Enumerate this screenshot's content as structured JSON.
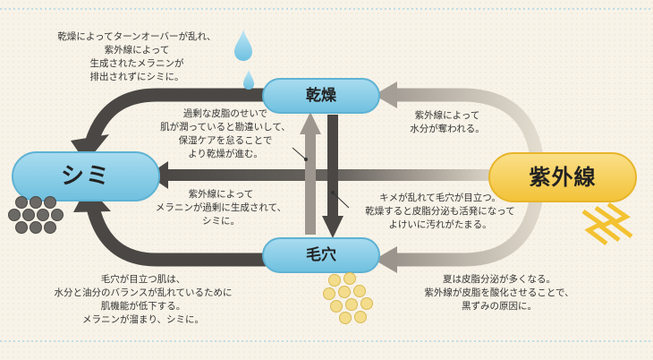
{
  "nodes": {
    "shimi": "シミ",
    "kansou": "乾燥",
    "keana": "毛穴",
    "shigaisen": "紫外線"
  },
  "notes": {
    "top_left": [
      "乾燥によってターンオーバーが乱れ、",
      "紫外線によって",
      "生成されたメラニンが",
      "排出されずにシミに。"
    ],
    "center_upper": [
      "過剰な皮脂のせいで",
      "肌が潤っていると勘違いして、",
      "保湿ケアを怠ることで",
      "より乾燥が進む。"
    ],
    "right_upper": [
      "紫外線によって",
      "水分が奪われる。"
    ],
    "center_mid": [
      "紫外線によって",
      "メラニンが過剰に生成されて、",
      "シミに。"
    ],
    "center_right": [
      "キメが乱れて毛穴が目立つ。",
      "乾燥すると皮脂分泌も活発になって",
      "よけいに汚れがたまる。"
    ],
    "bottom_left": [
      "毛穴が目立つ肌は、",
      "水分と油分のバランスが乱れているために",
      "肌機能が低下する。",
      "メラニンが溜まり、シミに。"
    ],
    "bottom_right": [
      "夏は皮脂分泌が多くなる。",
      "紫外線が皮脂を酸化させることで、",
      "黒ずみの原因に。"
    ]
  },
  "colors": {
    "pill_blue": "#8fd0e8",
    "pill_blue_dark": "#5fb6d6",
    "pill_yellow": "#f7cf4a",
    "arrow_dark": "#4a4744",
    "arrow_mid": "#8a8580",
    "arrow_light": "#c9c3b8",
    "background": "#f8f3e8"
  }
}
